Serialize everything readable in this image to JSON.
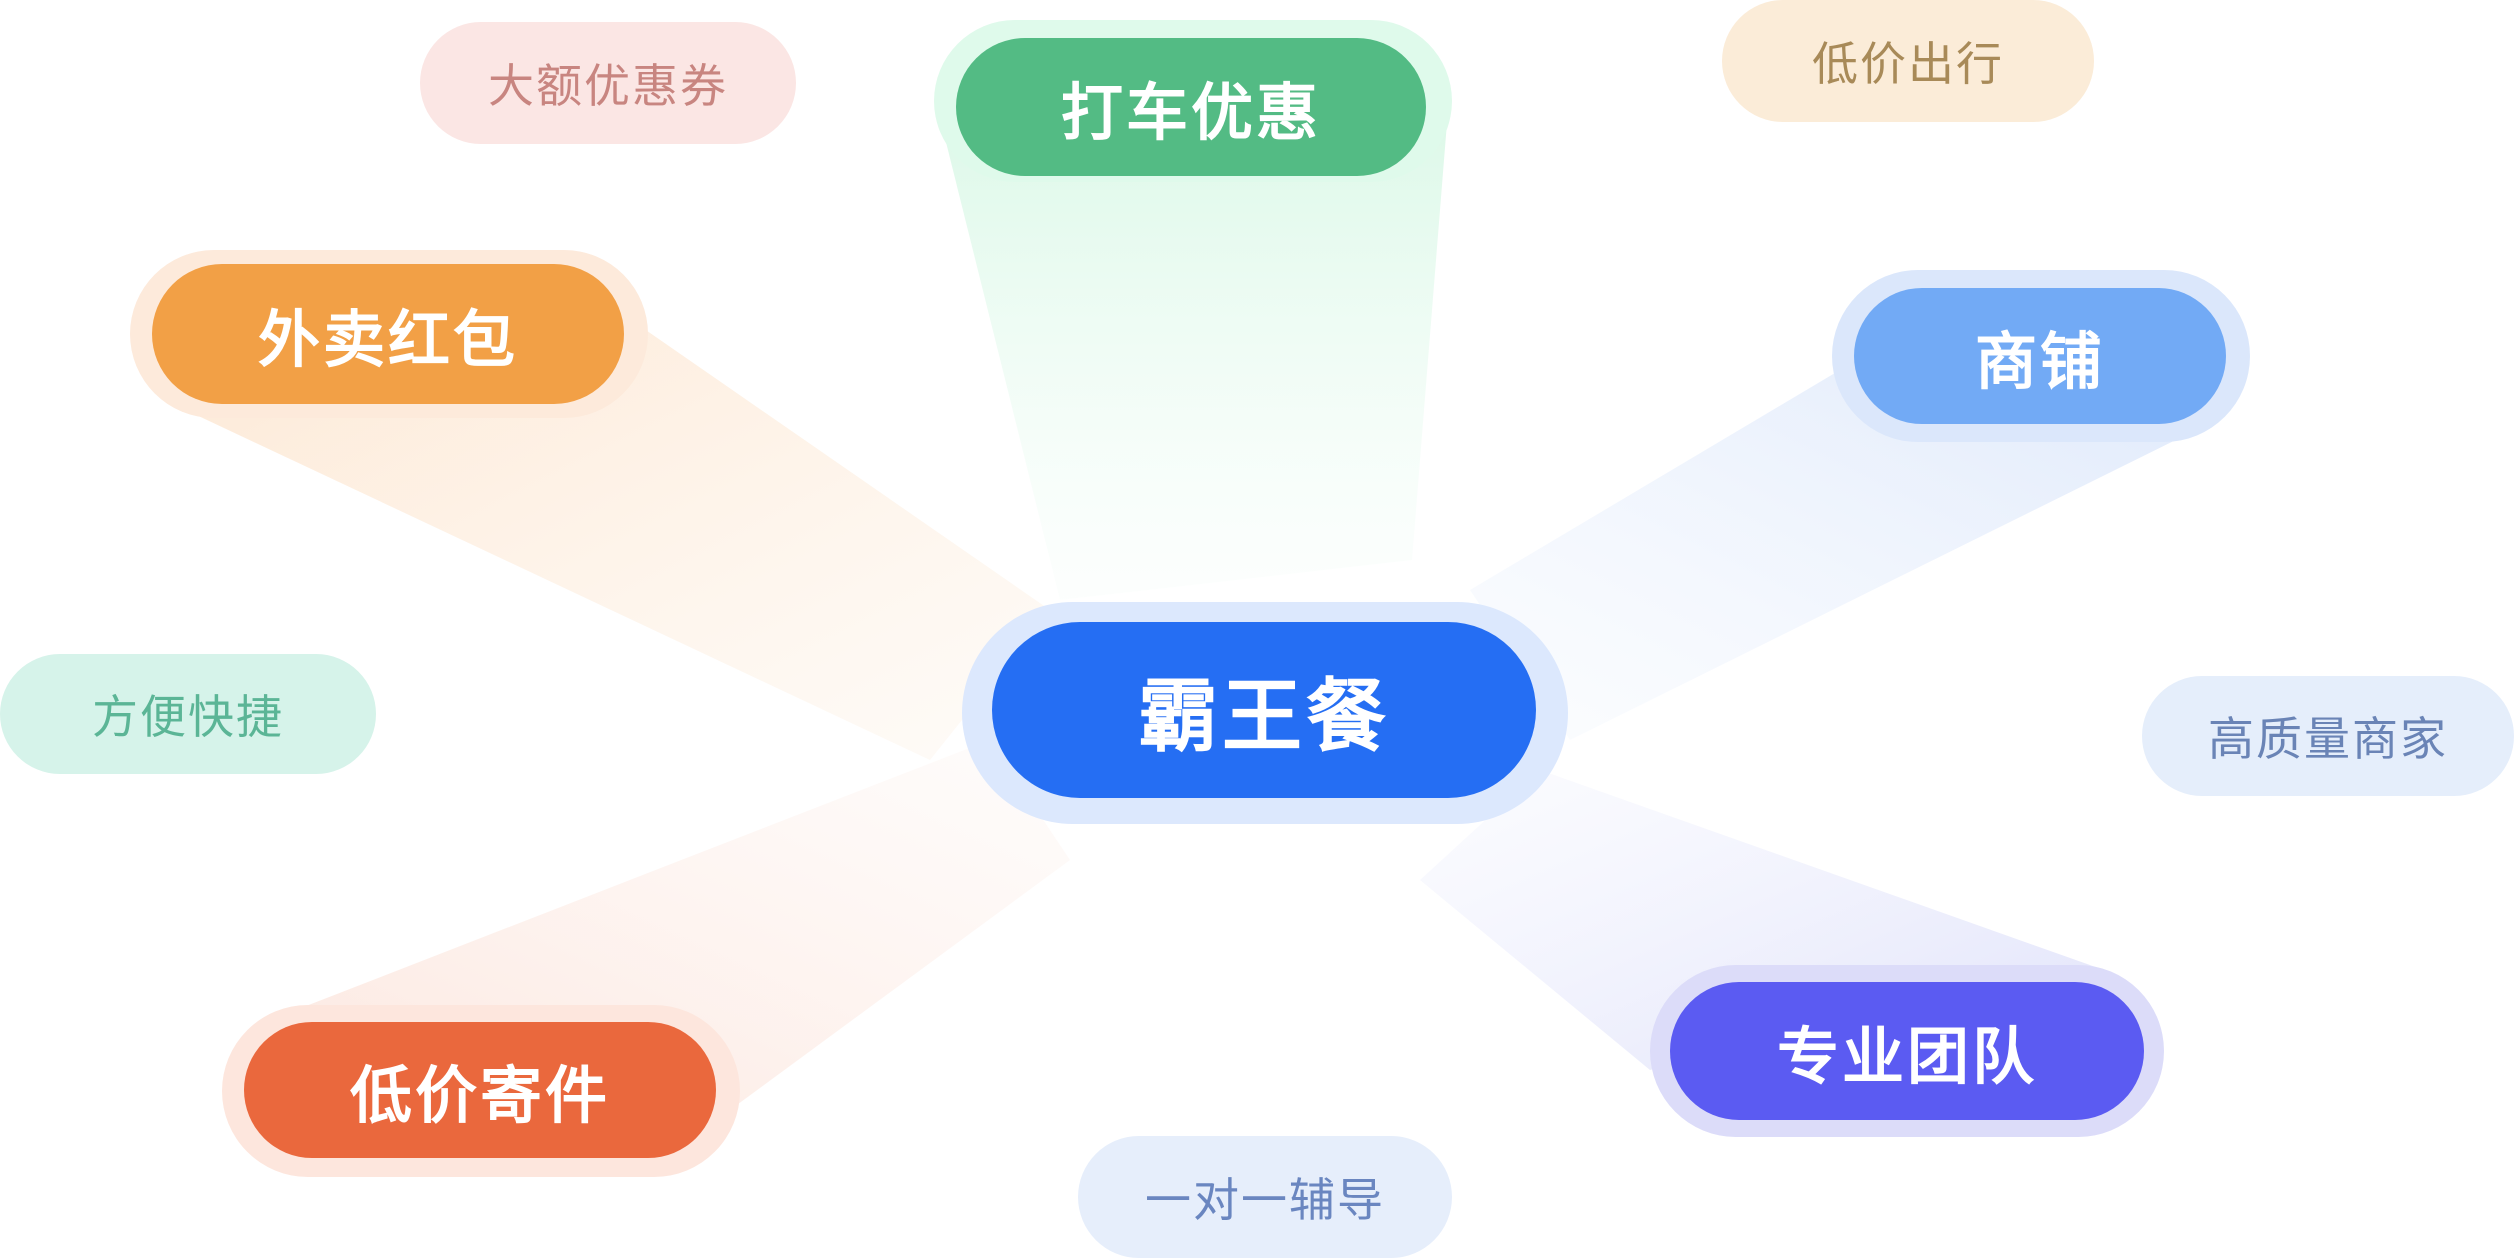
{
  "center": {
    "label": "霸王餐",
    "color": "#256ef3"
  },
  "main_nodes": [
    {
      "id": "taxi",
      "label": "打车优惠",
      "color": "#53bb84"
    },
    {
      "id": "waimai",
      "label": "外卖红包",
      "color": "#f2a046"
    },
    {
      "id": "shop",
      "label": "商铺",
      "color": "#72aaf5"
    },
    {
      "id": "team",
      "label": "专业团队",
      "color": "#5b5bf2"
    },
    {
      "id": "mail",
      "label": "低价寄件",
      "color": "#ea683d"
    }
  ],
  "tags": [
    {
      "id": "coupon",
      "label": "大额优惠券"
    },
    {
      "id": "cheap",
      "label": "低价出行"
    },
    {
      "id": "fast",
      "label": "方便快捷"
    },
    {
      "id": "quality",
      "label": "高质量商家"
    },
    {
      "id": "tutor",
      "label": "一对一辅导"
    }
  ]
}
